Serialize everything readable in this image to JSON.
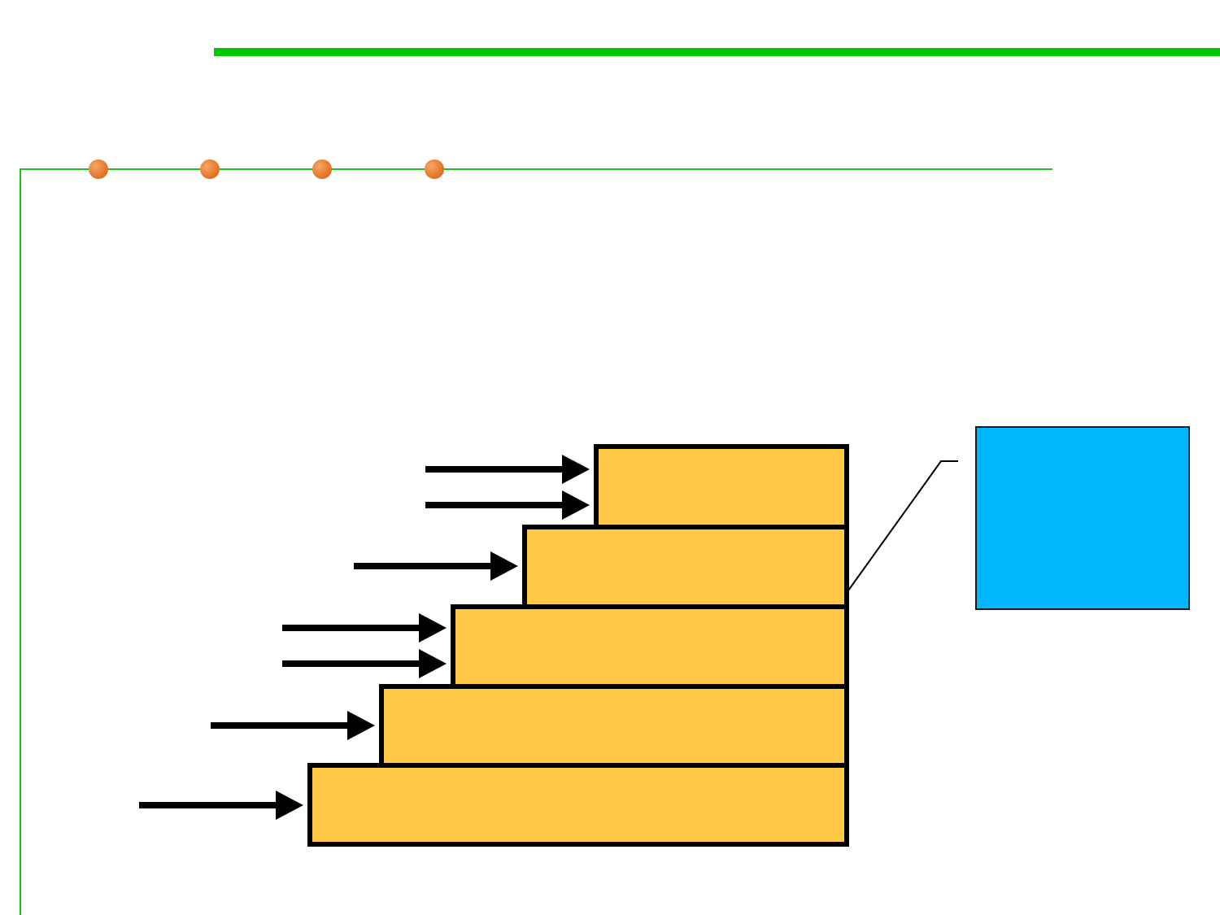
{
  "colors": {
    "top_rule": "#00c800",
    "frame_line": "#1fbf1f",
    "dot_fill": "#e06a1a",
    "dot_highlight": "#f6a766",
    "step_fill": "#ffc845",
    "step_border": "#000000",
    "arrow": "#000000",
    "callout_fill": "#00b6fd",
    "callout_border": "#1a1a1a",
    "leader_line": "#000000"
  },
  "diagram": {
    "step_count": 5,
    "arrows_per_step": [
      1,
      1,
      2,
      1,
      2
    ],
    "callout_text": ""
  }
}
